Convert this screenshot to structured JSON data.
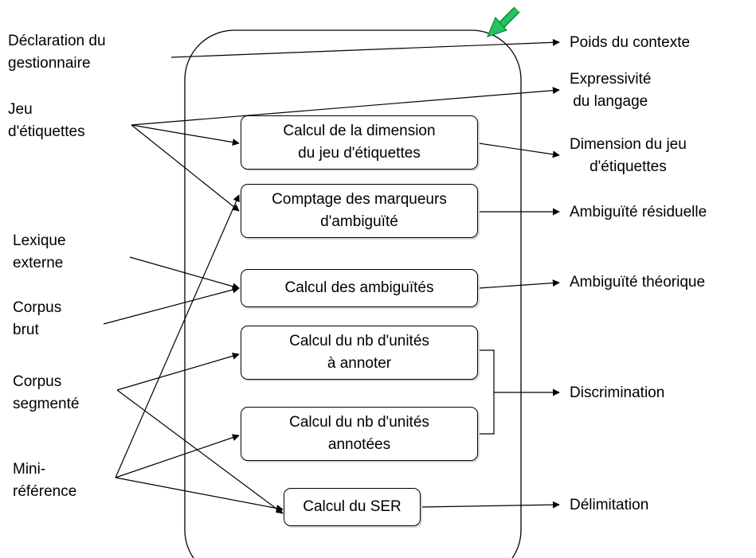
{
  "inputs": {
    "declaration": [
      "Déclaration du",
      "gestionnaire"
    ],
    "jeu": [
      "Jeu",
      "d'étiquettes"
    ],
    "lexique": [
      "Lexique",
      "externe"
    ],
    "corpus_brut": [
      "Corpus",
      "brut"
    ],
    "corpus_segmente": [
      "Corpus",
      "segmenté"
    ],
    "mini_reference": [
      "Mini-",
      "référence"
    ]
  },
  "processes": {
    "dimension": [
      "Calcul de la dimension",
      "du jeu d'étiquettes"
    ],
    "comptage": [
      "Comptage des marqueurs",
      "d'ambiguïté"
    ],
    "ambiguites": [
      "Calcul des ambiguïtés"
    ],
    "a_annoter": [
      "Calcul du nb d'unités",
      "à annoter"
    ],
    "annotees": [
      "Calcul du nb d'unités",
      "annotées"
    ],
    "ser": [
      "Calcul du SER"
    ]
  },
  "outputs": {
    "poids": [
      "Poids du contexte"
    ],
    "expressivite": [
      "Expressivité",
      "du langage"
    ],
    "dimension": [
      "Dimension du jeu",
      "d'étiquettes"
    ],
    "residuelle": [
      "Ambiguïté résiduelle"
    ],
    "theorique": [
      "Ambiguïté théorique"
    ],
    "discrimination": [
      "Discrimination"
    ],
    "delimitation": [
      "Délimitation"
    ]
  },
  "colors": {
    "marker": "#22c55e",
    "marker_outline": "#15803d",
    "shadow": "#d9d9d9"
  },
  "icons": {
    "marker": "green-arrow-icon"
  }
}
